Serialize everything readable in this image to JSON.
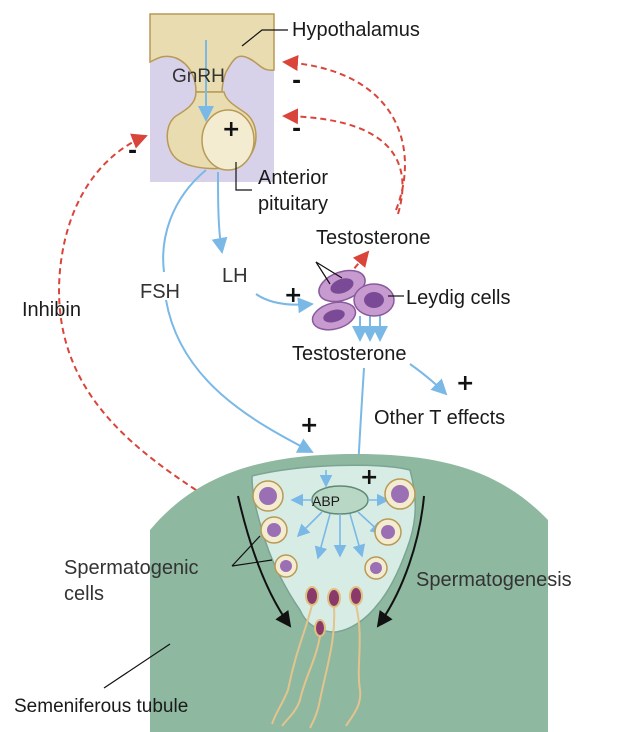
{
  "labels": {
    "hypothalamus": "Hypothalamus",
    "gnrh": "GnRH",
    "anterior_pituitary_1": "Anterior",
    "anterior_pituitary_2": "pituitary",
    "testosterone_top": "Testosterone",
    "fsh": "FSH",
    "lh": "LH",
    "leydig_cells": "Leydig cells",
    "inhibin": "Inhibin",
    "testosterone_mid": "Testosterone",
    "other_t_effects": "Other T effects",
    "abp": "ABP",
    "spermatogenic_1": "Spermatogenic",
    "spermatogenic_2": "cells",
    "spermatogenesis": "Spermatogenesis",
    "seminiferous_tubule": "Semeniferous tubule"
  },
  "signs": {
    "plus_pituitary": "+",
    "minus_hypo_upper": "-",
    "minus_hypo_lower": "-",
    "minus_left": "-",
    "plus_lh": "+",
    "plus_other_t": "+",
    "plus_fsh": "+",
    "plus_tubule": "+"
  },
  "colors": {
    "stimulatory_arrow": "#7ab8e6",
    "inhibitory_arrow": "#d9453a",
    "hypothalamus_fill": "#e9dcb0",
    "pituitary_fill": "#f3ecd0",
    "background_panel": "#d7d2ea",
    "tubule_wall": "#8fb8a0",
    "lumen": "#d8ece6",
    "cell_purple": "#9b6fb3"
  }
}
